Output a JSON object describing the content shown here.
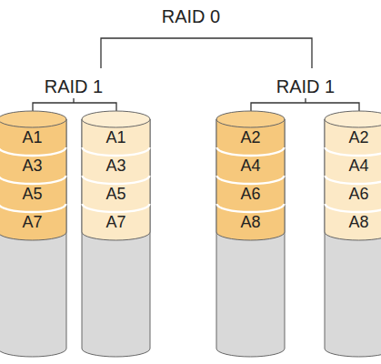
{
  "diagram": {
    "nodes": [
      {
        "text": [
          "A1",
          "A3",
          "A5",
          "A7"
        ]
      },
      {
        "text": [
          "A1",
          "A3",
          "A5",
          "A7"
        ]
      },
      {
        "text": [
          "A2",
          "A4",
          "A6",
          "A8"
        ]
      },
      {
        "text": [
          "A2",
          "A4",
          "A6",
          "A8"
        ]
      }
    ],
    "labels": [
      "RAID 0",
      "RAID 1",
      "RAID 1"
    ]
  }
}
